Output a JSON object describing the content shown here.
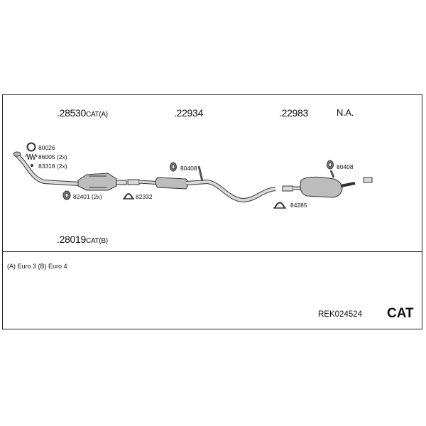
{
  "parts": {
    "front_pipe_a": {
      "number": ".28530",
      "suffix": "CAT(A)"
    },
    "middle_muffler": {
      "number": ".22934"
    },
    "rear_muffler": {
      "number": ".22983"
    },
    "na": {
      "label": "N.A."
    },
    "front_pipe_b": {
      "number": ".28019",
      "suffix": "CAT(B)"
    }
  },
  "accessories": {
    "a80026": "80026",
    "a86005": "86005 (2x)",
    "a83318": "83318 (2x)",
    "a82401": "82401 (2x)",
    "a82332": "82332",
    "a80408_mid": "80408",
    "a84285": "84285",
    "a80408_rear": "80408"
  },
  "legend": "(A) Euro 3 (B) Euro 4",
  "reference": "REK024524",
  "kind": "CAT",
  "colors": {
    "stroke": "#333333",
    "fill": "#bdbdbd",
    "fill_dark": "#7a7a7a"
  }
}
